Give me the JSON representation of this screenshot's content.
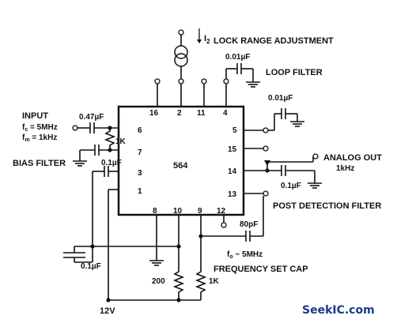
{
  "chip": {
    "part_number": "564"
  },
  "pins": {
    "p1": "1",
    "p2": "2",
    "p3": "3",
    "p4": "4",
    "p5": "5",
    "p6": "6",
    "p7": "7",
    "p8": "8",
    "p9": "9",
    "p10": "10",
    "p11": "11",
    "p12": "12",
    "p13": "13",
    "p14": "14",
    "p15": "15",
    "p16": "16"
  },
  "labels": {
    "current_source": "I",
    "current_source_sub": "2",
    "lock_range": "LOCK RANGE ADJUSTMENT",
    "loop_filter_cap": "0.01µF",
    "loop_filter": "LOOP FILTER",
    "pin5_cap": "0.01µF",
    "input": "INPUT",
    "fc": "f",
    "fc_sub": "c",
    "fc_value": " = 5MHz",
    "fm": "f",
    "fm_sub": "m",
    "fm_value": " = 1kHz",
    "input_cap": "0.47µF",
    "bias_resistor": "1K",
    "bias_filter": "BIAS FILTER",
    "pin3_cap": "0.1µF",
    "analog_out": "ANALOG OUT",
    "analog_out_freq": "1kHz",
    "out_cap": "0.1µF",
    "post_detection": "POST DETECTION FILTER",
    "timing_cap": "80pF",
    "fo": "f",
    "fo_sub": "o",
    "fo_value": " ~ 5MHz",
    "freq_set_cap": "FREQUENCY SET CAP",
    "decoupling_cap": "0.1µF",
    "r200": "200",
    "r1k": "1K",
    "supply": "12V"
  },
  "watermark": {
    "text": "SeekIC.com",
    "color": "#1a3a8a"
  }
}
